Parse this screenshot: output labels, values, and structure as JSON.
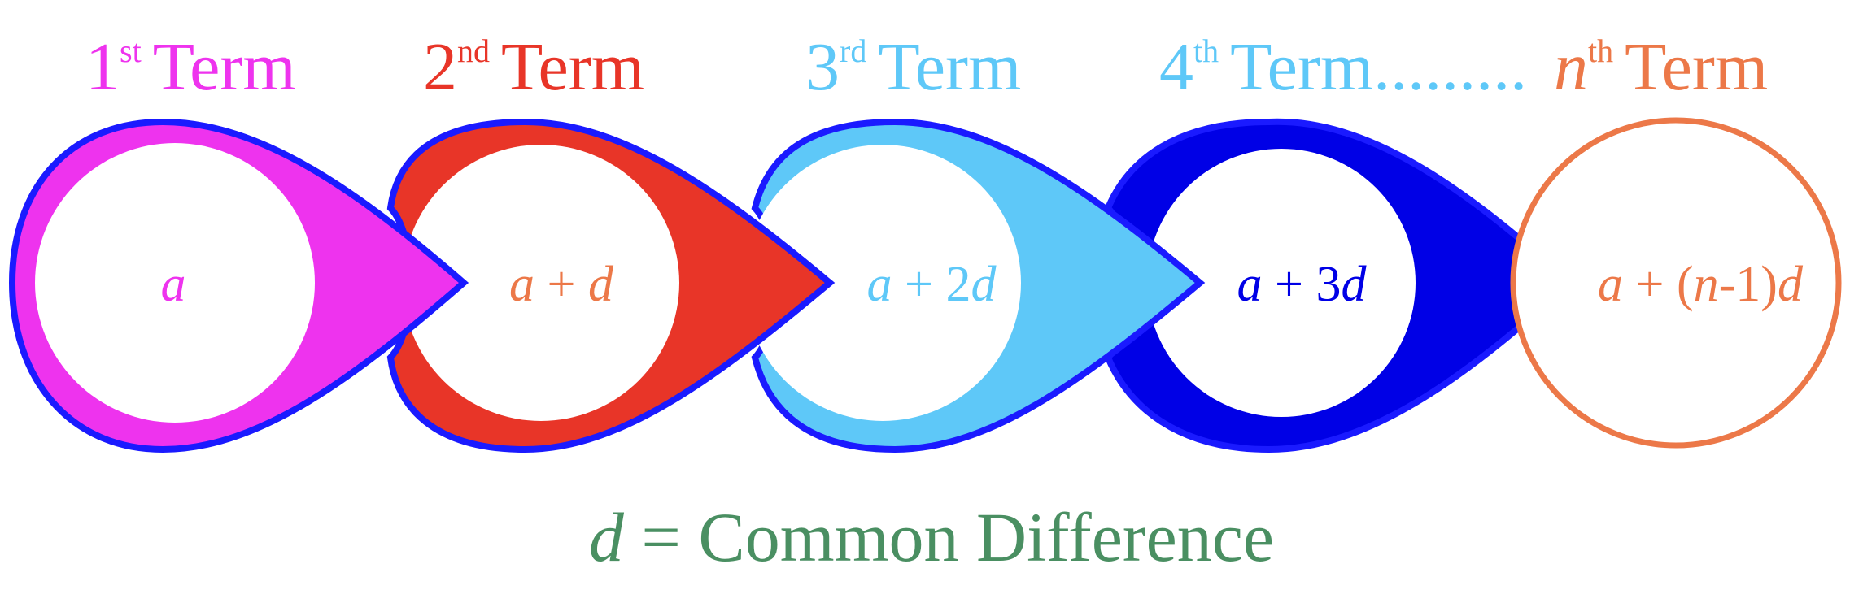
{
  "colors": {
    "term1": "#ee33ee",
    "term2": "#e83528",
    "term3": "#5ec8f8",
    "term4": "#0000e6",
    "termn": "#ec7848",
    "outline": "#1a1aff",
    "footer": "#4a8f62",
    "dots": "#5ec8f8"
  },
  "headers": {
    "t1": {
      "num": "1",
      "sup": "st",
      "word": "Term"
    },
    "t2": {
      "num": "2",
      "sup": "nd",
      "word": "Term"
    },
    "t3": {
      "num": "3",
      "sup": "rd",
      "word": "Term"
    },
    "t4": {
      "num": "4",
      "sup": "th",
      "word": "Term",
      "dots": "........."
    },
    "tn": {
      "num": "n",
      "sup": "th",
      "word": "Term"
    }
  },
  "terms": {
    "t1": {
      "a": "a"
    },
    "t2": {
      "a": "a",
      "op": " + ",
      "d": "d"
    },
    "t3": {
      "a": "a",
      "op": " + 2",
      "d": "d"
    },
    "t4": {
      "a": "a",
      "op": " + 3",
      "d": "d"
    },
    "tn": {
      "a": "a",
      "op": " + (",
      "n": "n",
      "rest": "-1)",
      "d": "d"
    }
  },
  "footer": {
    "var": "d",
    "text": " = Common Difference"
  }
}
